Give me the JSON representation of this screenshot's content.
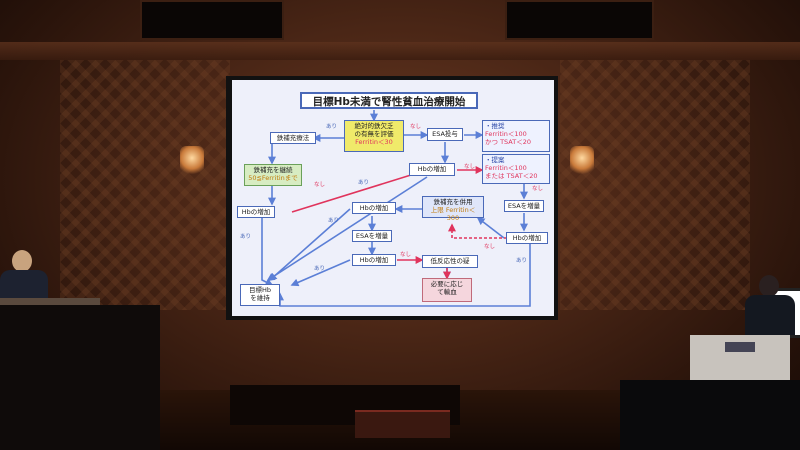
{
  "slide": {
    "title": "目標Hb未満で腎性貧血治療開始",
    "assess_line1": "絶対的鉄欠乏",
    "assess_line2": "の有無を評価",
    "assess_line3": "Ferritin＜30",
    "iron_therapy": "鉄補充療法",
    "esa_start": "ESA投与",
    "recommend_line1": "・推奨",
    "recommend_line2": "Ferritin＜100",
    "recommend_line3": "かつ TSAT＜20",
    "suggest_line1": "・提案",
    "suggest_line2": "Ferritin＜100",
    "suggest_line3": "または TSAT＜20",
    "continue_iron_line1": "鉄補充を継続",
    "continue_iron_line2": "50≦Ferritinまで",
    "hb_increase_1": "Hbの増加",
    "hb_increase_2": "Hbの増加",
    "hb_increase_3": "Hbの増加",
    "hb_increase_4": "Hbの増加",
    "hb_increase_5": "Hbの増加",
    "esa_increase_1": "ESAを増量",
    "esa_increase_2": "ESAを増量",
    "combine_iron_line1": "鉄補充を併用",
    "combine_iron_line2": "上限 Ferritin＜300",
    "low_response": "低反応性の疑",
    "transfusion_line1": "必要に応じ",
    "transfusion_line2": "て輸血",
    "maintain_line1": "目標Hb",
    "maintain_line2": "を維持",
    "yes": "あり",
    "no": "なし"
  }
}
